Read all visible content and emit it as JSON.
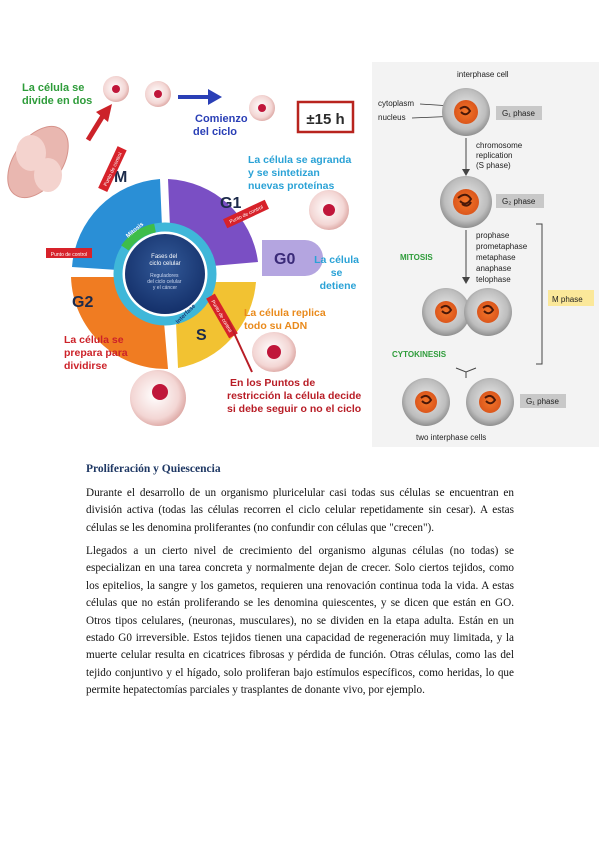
{
  "cell_cycle_diagram": {
    "divides_label": [
      "La célula se",
      "divide en dos"
    ],
    "start_label": [
      "Comienzo",
      "del ciclo"
    ],
    "duration_badge": "±15 h",
    "phase_m": "M",
    "phase_g1": "G1",
    "phase_g0": "G0",
    "phase_s": "S",
    "phase_g2": "G2",
    "mitosis_label": "Mitosis",
    "interphase_label": "Interfase",
    "center_title": [
      "Fases del",
      "ciclo celular"
    ],
    "center_sub": [
      "Reguladores",
      "del ciclo celular",
      "y el cáncer"
    ],
    "checkpoint_label": "Punto de control",
    "g1_desc": [
      "La célula se agranda",
      "y se sintetizan",
      "nuevas proteínas"
    ],
    "g0_desc": [
      "La célula",
      "se",
      "detiene"
    ],
    "s_desc": [
      "La célula replica",
      "todo su ADN"
    ],
    "g2_desc": [
      "La célula se",
      "prepara para",
      "dividirse"
    ],
    "restriction_desc": [
      "En los Puntos de",
      "restricción la célula decide",
      "si debe seguir o no el ciclo"
    ],
    "colors": {
      "m_phase": "#2a8fd6",
      "g1_phase": "#7a4fc4",
      "g0_phase": "#b4a5e0",
      "s_phase": "#f2c232",
      "g2_phase": "#f07c22",
      "checkpoint": "#d7222a",
      "inner_ring": "#3fb7d9",
      "center": "#1c3f7a",
      "text_green": "#2e9c3a",
      "text_blue": "#2aa2d6",
      "text_red": "#cc2229"
    }
  },
  "mitosis_diagram": {
    "interphase_cell": "interphase cell",
    "cytoplasm": "cytoplasm",
    "nucleus": "nucleus",
    "g1_phase": "G₁ phase",
    "chromosome_replication": [
      "chromosome",
      "replication",
      "(S phase)"
    ],
    "g2_phase": "G₂ phase",
    "mitosis": "MITOSIS",
    "stages": [
      "prophase",
      "prometaphase",
      "metaphase",
      "anaphase",
      "telophase"
    ],
    "m_phase": "M phase",
    "cytokinesis": "CYTOKINESIS",
    "g1_phase_bottom": "G₁ phase",
    "two_cells": "two interphase cells"
  },
  "document": {
    "title": "Proliferación y Quiescencia",
    "paragraph1": "Durante el desarrollo de un organismo pluricelular casi todas sus células se encuentran en división activa (todas las células recorren el ciclo celular repetidamente sin cesar). A estas células se les denomina proliferantes (no confundir con células que \"crecen\").",
    "paragraph2": "Llegados a un cierto nivel de crecimiento del organismo algunas células (no todas) se especializan en una tarea concreta y normalmente dejan de crecer. Solo ciertos tejidos, como los epitelios, la sangre y los gametos, requieren una renovación continua toda la vida. A estas células que no están proliferando se les denomina quiescentes, y se dicen que están en GO. Otros tipos celulares, (neuronas, musculares), no se dividen en la etapa adulta. Están en un estado G0 irreversible. Estos tejidos tienen una capacidad de regeneración muy limitada, y la muerte celular resulta en cicatrices fibrosas y pérdida de función. Otras células, como las del tejido conjuntivo y el hígado, solo proliferan bajo estímulos específicos, como heridas, lo que permite hepatectomías parciales y trasplantes de donante vivo, por ejemplo."
  }
}
